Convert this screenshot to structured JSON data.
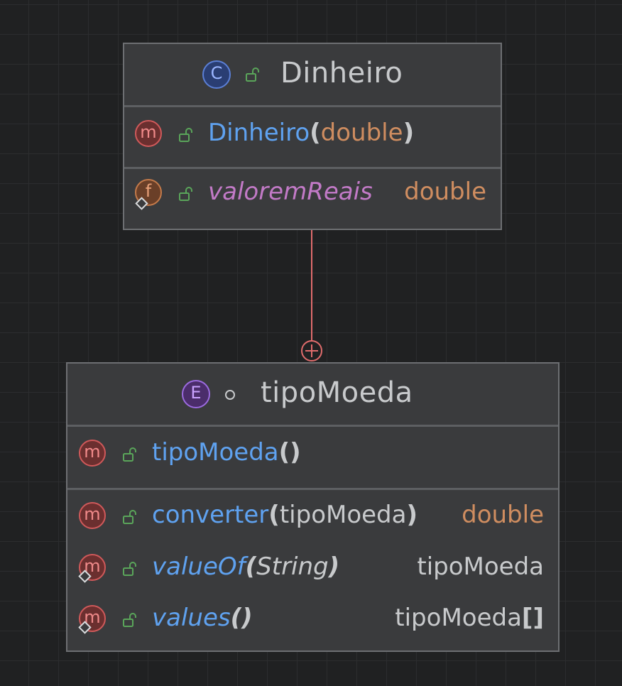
{
  "classes": {
    "dinheiro": {
      "title": "Dinheiro",
      "kind_icon": "class-icon",
      "kind_letter": "C",
      "constructor": {
        "name": "Dinheiro",
        "open": "(",
        "param": "double",
        "close": ")"
      },
      "field": {
        "name": "valoremReais",
        "type": "double",
        "badge": "f"
      }
    },
    "tipo_moeda": {
      "title": "tipoMoeda",
      "kind_icon": "enum-icon",
      "kind_letter": "E",
      "constructor": {
        "name": "tipoMoeda",
        "parens": "()"
      },
      "methods": [
        {
          "name": "converter",
          "open": "(",
          "param": "tipoMoeda",
          "close": ")",
          "return": "double"
        },
        {
          "name": "valueOf",
          "open": "(",
          "param": "String",
          "close": ")",
          "return": "tipoMoeda"
        },
        {
          "name": "values",
          "parens": "()",
          "return": "tipoMoeda",
          "return_suffix": "[]"
        }
      ],
      "method_badge": "m"
    }
  },
  "connector": {
    "type": "inner-class",
    "color": "#e06c6c"
  },
  "colors": {
    "method_name": "#5fa2f0",
    "field_name": "#c27ac7",
    "type_orange": "#cf8d60",
    "text_gray": "#c8cacc",
    "lock_green": "#5aa55a"
  }
}
